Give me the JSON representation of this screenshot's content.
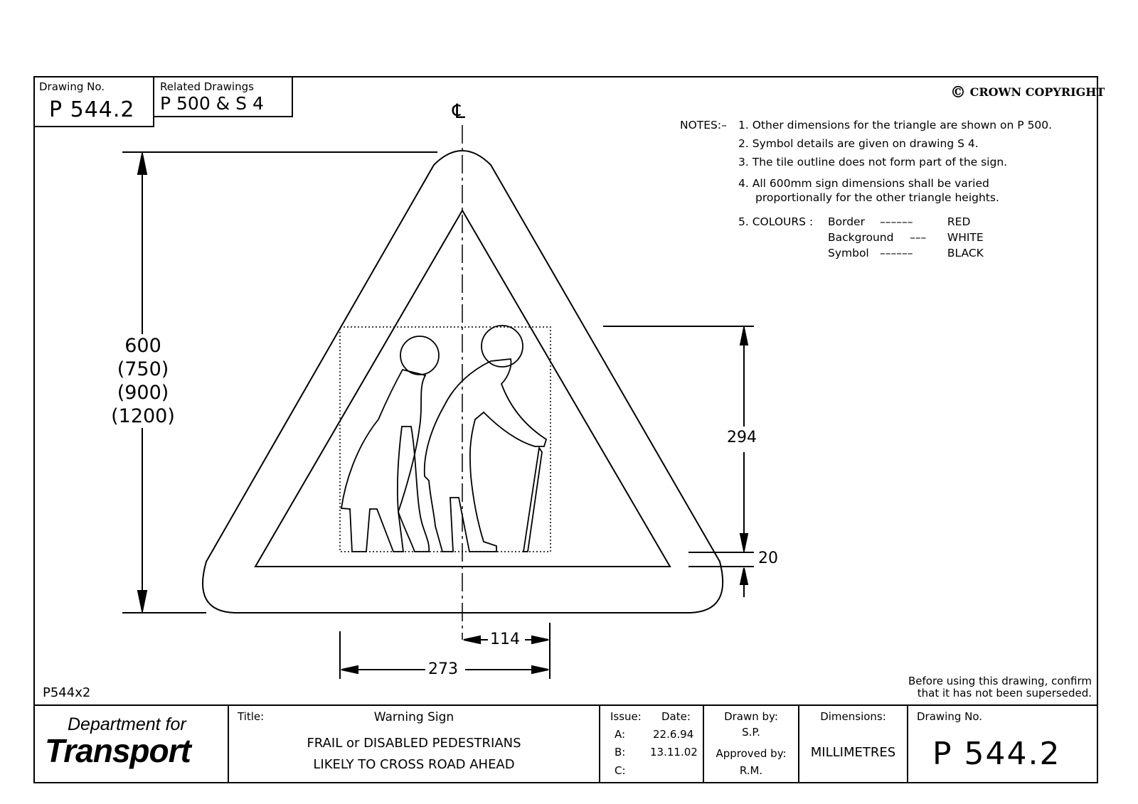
{
  "drawing_box": {
    "label": "Drawing No.",
    "number": "P 544.2"
  },
  "related_box": {
    "label": "Related Drawings",
    "value": "P 500 & S 4"
  },
  "copyright": {
    "symbol": "©",
    "text": "CROWN COPYRIGHT"
  },
  "centerline_symbol": "℄",
  "notes": {
    "heading": "NOTES:–",
    "items": [
      {
        "n": "1.",
        "text": "Other dimensions for the triangle are shown on P 500."
      },
      {
        "n": "2.",
        "text": "Symbol details are given on drawing S 4."
      },
      {
        "n": "3.",
        "text": "The tile outline does not form part of the sign."
      },
      {
        "n": "4.",
        "text": "All 600mm sign dimensions shall be varied",
        "text2": "proportionally for the other triangle heights."
      },
      {
        "n": "5.",
        "text": "COLOURS :"
      }
    ],
    "colours": [
      {
        "part": "Border",
        "dash": "––––––",
        "colour": "RED"
      },
      {
        "part": "Background",
        "dash": "–––",
        "colour": "WHITE"
      },
      {
        "part": "Symbol",
        "dash": "––––––",
        "colour": "BLACK"
      }
    ]
  },
  "dimensions": {
    "height_labels": [
      "600",
      "(750)",
      "(900)",
      "(1200)"
    ],
    "symbol_height": "294",
    "gap": "20",
    "half_width": "114",
    "symbol_width": "273"
  },
  "file_ref": "P544x2",
  "supersede_note": {
    "line1": "Before using this drawing, confirm",
    "line2": "that it has not been superseded."
  },
  "title_block": {
    "org_line1": "Department for",
    "org_line2": "Transport",
    "title_label": "Title:",
    "title_main": "Warning Sign",
    "title_line1": "FRAIL or DISABLED PEDESTRIANS",
    "title_line2": "LIKELY TO CROSS ROAD AHEAD",
    "issue_label": "Issue:",
    "date_label": "Date:",
    "issues": [
      {
        "id": "A:",
        "date": "22.6.94"
      },
      {
        "id": "B:",
        "date": "13.11.02"
      },
      {
        "id": "C:",
        "date": ""
      }
    ],
    "drawn_label": "Drawn by:",
    "drawn_value": "S.P.",
    "approved_label": "Approved by:",
    "approved_value": "R.M.",
    "dims_label": "Dimensions:",
    "dims_value": "MILLIMETRES",
    "drawing_label": "Drawing No.",
    "drawing_value": "P 544.2"
  }
}
